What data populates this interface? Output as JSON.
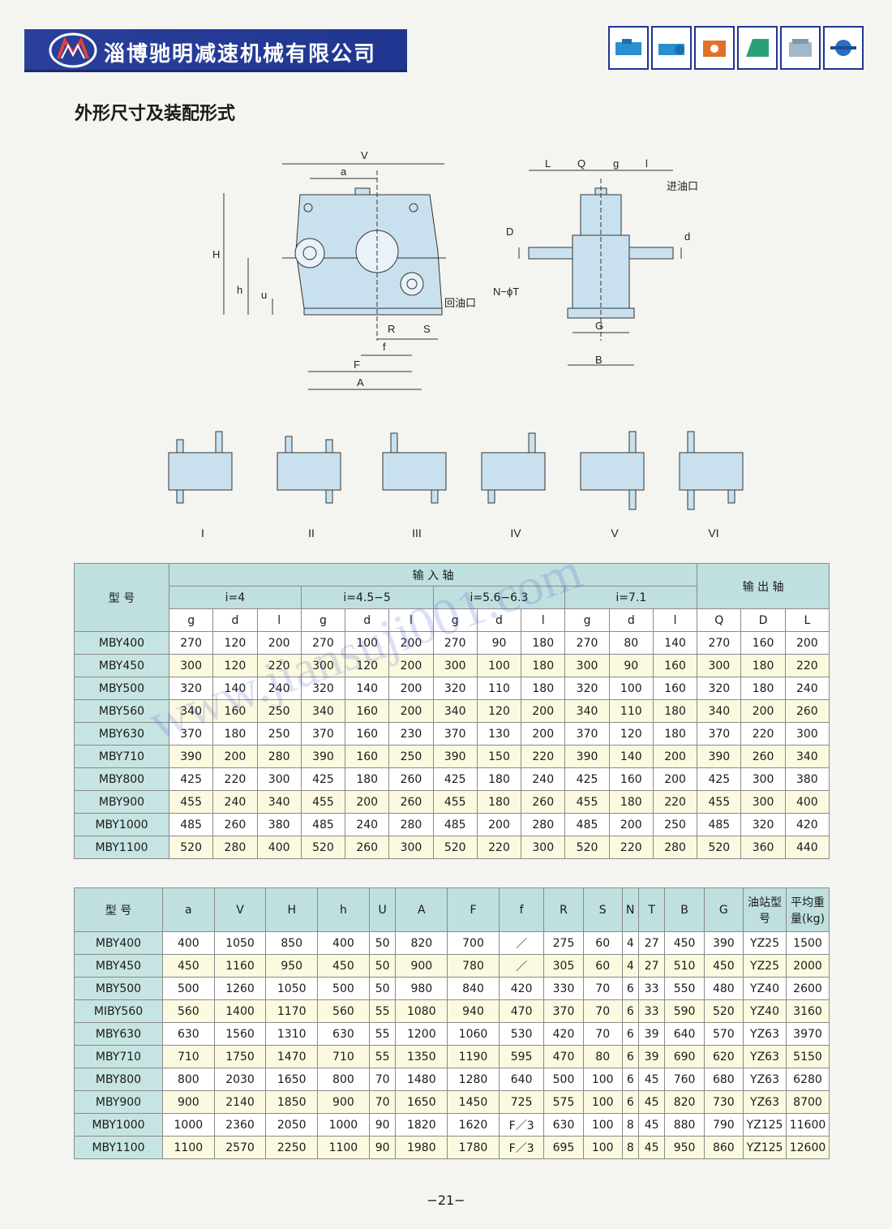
{
  "company": "淄博驰明减速机械有限公司",
  "title": "外形尺寸及装配形式",
  "diagram": {
    "labels": [
      "V",
      "a",
      "H",
      "h",
      "u",
      "R",
      "S",
      "f",
      "F",
      "A",
      "回油口",
      "L",
      "Q",
      "g",
      "l",
      "进油口",
      "D",
      "d",
      "N−ϕT",
      "G",
      "B"
    ]
  },
  "forms": [
    "I",
    "II",
    "III",
    "IV",
    "V",
    "VI"
  ],
  "watermark": "www.jiansuji001.com",
  "table1": {
    "model_header": "型 号",
    "input_header": "输 入 轴",
    "output_header": "输 出 轴",
    "ratios": [
      "i=4",
      "i=4.5−5",
      "i=5.6−6.3",
      "i=7.1"
    ],
    "sub": [
      "g",
      "d",
      "l"
    ],
    "out_sub": [
      "Q",
      "D",
      "L"
    ],
    "rows": [
      {
        "model": "MBY400",
        "v": [
          "270",
          "120",
          "200",
          "270",
          "100",
          "200",
          "270",
          "90",
          "180",
          "270",
          "80",
          "140",
          "270",
          "160",
          "200"
        ]
      },
      {
        "model": "MBY450",
        "v": [
          "300",
          "120",
          "220",
          "300",
          "120",
          "200",
          "300",
          "100",
          "180",
          "300",
          "90",
          "160",
          "300",
          "180",
          "220"
        ]
      },
      {
        "model": "MBY500",
        "v": [
          "320",
          "140",
          "240",
          "320",
          "140",
          "200",
          "320",
          "110",
          "180",
          "320",
          "100",
          "160",
          "320",
          "180",
          "240"
        ]
      },
      {
        "model": "MBY560",
        "v": [
          "340",
          "160",
          "250",
          "340",
          "160",
          "200",
          "340",
          "120",
          "200",
          "340",
          "110",
          "180",
          "340",
          "200",
          "260"
        ]
      },
      {
        "model": "MBY630",
        "v": [
          "370",
          "180",
          "250",
          "370",
          "160",
          "230",
          "370",
          "130",
          "200",
          "370",
          "120",
          "180",
          "370",
          "220",
          "300"
        ]
      },
      {
        "model": "MBY710",
        "v": [
          "390",
          "200",
          "280",
          "390",
          "160",
          "250",
          "390",
          "150",
          "220",
          "390",
          "140",
          "200",
          "390",
          "260",
          "340"
        ]
      },
      {
        "model": "MBY800",
        "v": [
          "425",
          "220",
          "300",
          "425",
          "180",
          "260",
          "425",
          "180",
          "240",
          "425",
          "160",
          "200",
          "425",
          "300",
          "380"
        ]
      },
      {
        "model": "MBY900",
        "v": [
          "455",
          "240",
          "340",
          "455",
          "200",
          "260",
          "455",
          "180",
          "260",
          "455",
          "180",
          "220",
          "455",
          "300",
          "400"
        ]
      },
      {
        "model": "MBY1000",
        "v": [
          "485",
          "260",
          "380",
          "485",
          "240",
          "280",
          "485",
          "200",
          "280",
          "485",
          "200",
          "250",
          "485",
          "320",
          "420"
        ]
      },
      {
        "model": "MBY1100",
        "v": [
          "520",
          "280",
          "400",
          "520",
          "260",
          "300",
          "520",
          "220",
          "300",
          "520",
          "220",
          "280",
          "520",
          "360",
          "440"
        ]
      }
    ]
  },
  "table2": {
    "headers": [
      "型 号",
      "a",
      "V",
      "H",
      "h",
      "U",
      "A",
      "F",
      "f",
      "R",
      "S",
      "N",
      "T",
      "B",
      "G",
      "油站型号",
      "平均重量(kg)"
    ],
    "rows": [
      [
        "MBY400",
        "400",
        "1050",
        "850",
        "400",
        "50",
        "820",
        "700",
        "／",
        "275",
        "60",
        "4",
        "27",
        "450",
        "390",
        "YZ25",
        "1500"
      ],
      [
        "MBY450",
        "450",
        "1160",
        "950",
        "450",
        "50",
        "900",
        "780",
        "／",
        "305",
        "60",
        "4",
        "27",
        "510",
        "450",
        "YZ25",
        "2000"
      ],
      [
        "MBY500",
        "500",
        "1260",
        "1050",
        "500",
        "50",
        "980",
        "840",
        "420",
        "330",
        "70",
        "6",
        "33",
        "550",
        "480",
        "YZ40",
        "2600"
      ],
      [
        "MIBY560",
        "560",
        "1400",
        "1170",
        "560",
        "55",
        "1080",
        "940",
        "470",
        "370",
        "70",
        "6",
        "33",
        "590",
        "520",
        "YZ40",
        "3160"
      ],
      [
        "MBY630",
        "630",
        "1560",
        "1310",
        "630",
        "55",
        "1200",
        "1060",
        "530",
        "420",
        "70",
        "6",
        "39",
        "640",
        "570",
        "YZ63",
        "3970"
      ],
      [
        "MBY710",
        "710",
        "1750",
        "1470",
        "710",
        "55",
        "1350",
        "1190",
        "595",
        "470",
        "80",
        "6",
        "39",
        "690",
        "620",
        "YZ63",
        "5150"
      ],
      [
        "MBY800",
        "800",
        "2030",
        "1650",
        "800",
        "70",
        "1480",
        "1280",
        "640",
        "500",
        "100",
        "6",
        "45",
        "760",
        "680",
        "YZ63",
        "6280"
      ],
      [
        "MBY900",
        "900",
        "2140",
        "1850",
        "900",
        "70",
        "1650",
        "1450",
        "725",
        "575",
        "100",
        "6",
        "45",
        "820",
        "730",
        "YZ63",
        "8700"
      ],
      [
        "MBY1000",
        "1000",
        "2360",
        "2050",
        "1000",
        "90",
        "1820",
        "1620",
        "F／3",
        "630",
        "100",
        "8",
        "45",
        "880",
        "790",
        "YZ125",
        "11600"
      ],
      [
        "MBY1100",
        "1100",
        "2570",
        "2250",
        "1100",
        "90",
        "1980",
        "1780",
        "F／3",
        "695",
        "100",
        "8",
        "45",
        "950",
        "860",
        "YZ125",
        "12600"
      ]
    ]
  },
  "page_number": "−21−"
}
